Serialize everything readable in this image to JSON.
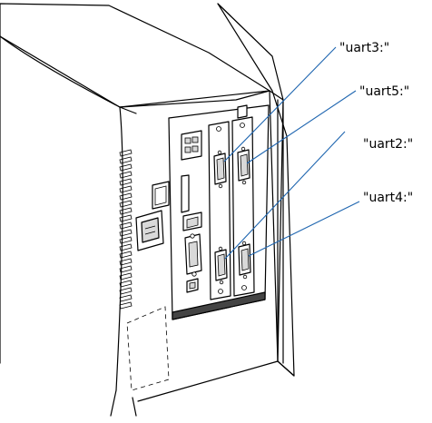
{
  "callouts": [
    {
      "id": "uart3",
      "label": "\"uart3:\""
    },
    {
      "id": "uart5",
      "label": "\"uart5:\""
    },
    {
      "id": "uart2",
      "label": "\"uart2:\""
    },
    {
      "id": "uart4",
      "label": "\"uart4:\""
    }
  ],
  "colors": {
    "callout_line": "#1f66b0",
    "outline": "#000000"
  }
}
